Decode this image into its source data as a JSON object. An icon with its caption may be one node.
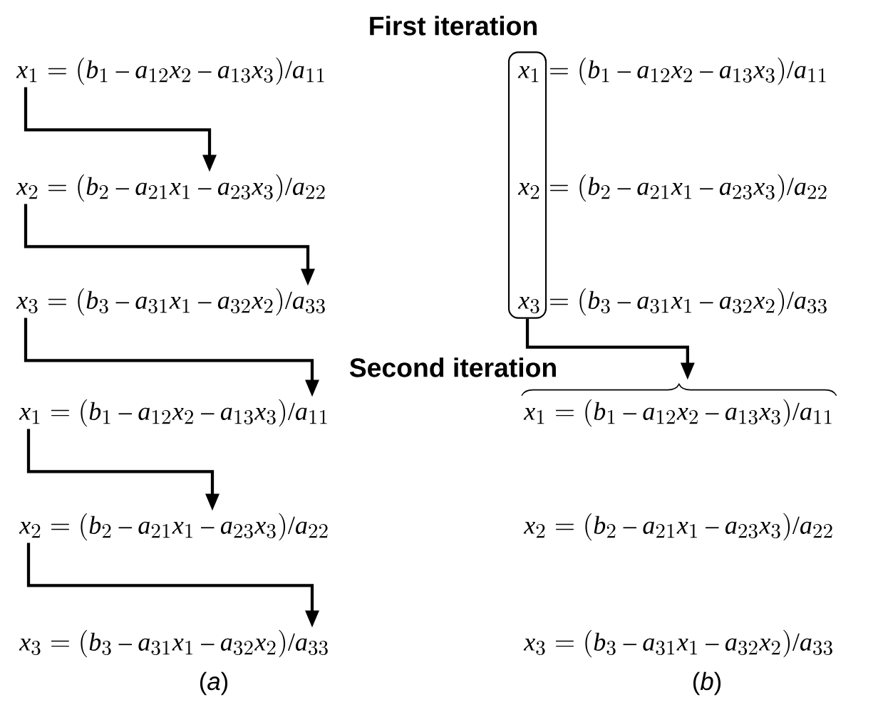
{
  "diagram": {
    "nodes": [
      {
        "text": [
          "x_1 = (b_1 - a_{12}x_2 - a_{13}x_3)/a_{11}"
        ]
      },
      {
        "text": [
          "x_2 = (b_2 - a_{21}x_1 - a_{23}x_3)/a_{22}"
        ]
      },
      {
        "text": [
          "x_3 = (b_3 - a_{31}x_1 - a_{32}x_2)/a_{33}"
        ]
      },
      {
        "text": [
          "x_1 = (b_1 - a_{12}x_2 - a_{13}x_3)/a_{11}"
        ]
      },
      {
        "text": [
          "x_2 = (b_2 - a_{21}x_1 - a_{23}x_3)/a_{22}"
        ]
      },
      {
        "text": [
          "x_3 = (b_3 - a_{31}x_1 - a_{32}x_2)/a_{33}"
        ]
      },
      {
        "text": [],
        "shape": "box"
      },
      {
        "text": [
          "x_1 = (b_1 - a_{12}x_2 - a_{13}x_3)/a_{11}"
        ]
      },
      {
        "text": [
          "x_2 = (b_2 - a_{21}x_1 - a_{23}x_3)/a_{22}"
        ]
      },
      {
        "text": [
          "x_3 = (b_3 - a_{31}x_1 - a_{32}x_2)/a_{33}"
        ]
      },
      {
        "text": [
          "x_1 = (b_1 - a_{12}x_2 - a_{13}x_3)/a_{11}"
        ]
      },
      {
        "text": [
          "x_2 = (b_2 - a_{21}x_1 - a_{23}x_3)/a_{22}"
        ]
      },
      {
        "text": [
          "x_3 = (b_3 - a_{31}x_1 - a_{32}x_2)/a_{33}"
        ]
      }
    ],
    "edges": [
      {
        "from": 0,
        "to": 1,
        "arrow": "to"
      },
      {
        "from": 1,
        "to": 2,
        "arrow": "to"
      },
      {
        "from": 2,
        "to": 3,
        "arrow": "to"
      },
      {
        "from": 3,
        "to": 4,
        "arrow": "to"
      },
      {
        "from": 4,
        "to": 5,
        "arrow": "to"
      },
      {
        "from": 6,
        "to": 10,
        "arrow": "to"
      }
    ],
    "labels": [
      "First iteration",
      "Second iteration",
      "(*a*)",
      "(*b*)"
    ]
  }
}
